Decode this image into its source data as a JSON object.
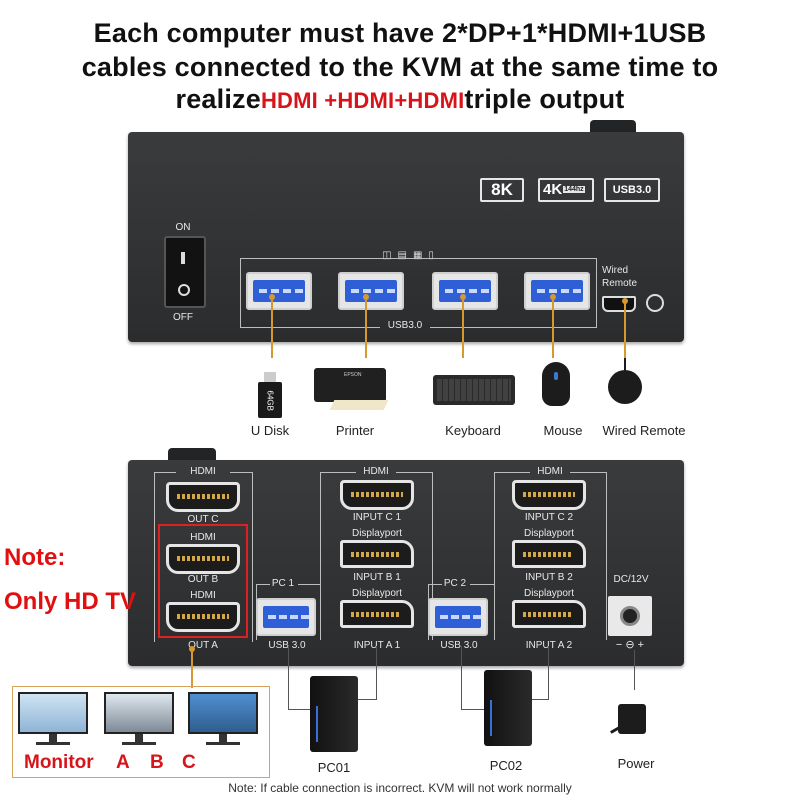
{
  "header": {
    "line1": "Each computer must have 2*DP+1*HDMI+1USB",
    "line2": "cables connected to the KVM at the same time to",
    "line3_prefix": "realize",
    "line3_red": "HDMI +HDMI+HDMI",
    "line3_suffix": "triple output"
  },
  "top_panel": {
    "switch_on": "ON",
    "switch_off": "OFF",
    "badge_8k": "8K",
    "badge_4k": "4K",
    "badge_4k_sub": "144hz",
    "badge_usb": "USB3.0",
    "usb_label": "USB3.0",
    "wired_remote_label": "Wired Remote"
  },
  "devices": [
    {
      "label": "U Disk",
      "icon": "usb-drive-icon",
      "sub": "64GB"
    },
    {
      "label": "Printer",
      "icon": "printer-icon",
      "sub": "EPSON"
    },
    {
      "label": "Keyboard",
      "icon": "keyboard-icon"
    },
    {
      "label": "Mouse",
      "icon": "mouse-icon"
    },
    {
      "label": "Wired Remote",
      "icon": "wired-remote-icon"
    }
  ],
  "bottom_panel": {
    "hdmi": "HDMI",
    "out_c": "OUT C",
    "out_b": "OUT B",
    "out_a": "OUT A",
    "input_c1": "INPUT C 1",
    "displayport": "Displayport",
    "input_b1": "INPUT B 1",
    "input_a1": "INPUT A 1",
    "pc1": "PC 1",
    "usb30": "USB 3.0",
    "input_c2": "INPUT C 2",
    "input_b2": "INPUT B 2",
    "input_a2": "INPUT A 2",
    "pc2": "PC 2",
    "dc": "DC/12V"
  },
  "note_side": {
    "line1": "Note:",
    "line2": "Only HD TV"
  },
  "bottom_labels": {
    "monitor": "Monitor",
    "a": "A",
    "b": "B",
    "c": "C",
    "pc01": "PC01",
    "pc02": "PC02",
    "power": "Power"
  },
  "footnote": "Note:  If cable connection is incorrect. KVM will not work normally",
  "colors": {
    "accent_red": "#d8141b",
    "usb_blue": "#2f5fd6",
    "cable_orange": "#d9982e",
    "panel": "#333436"
  }
}
